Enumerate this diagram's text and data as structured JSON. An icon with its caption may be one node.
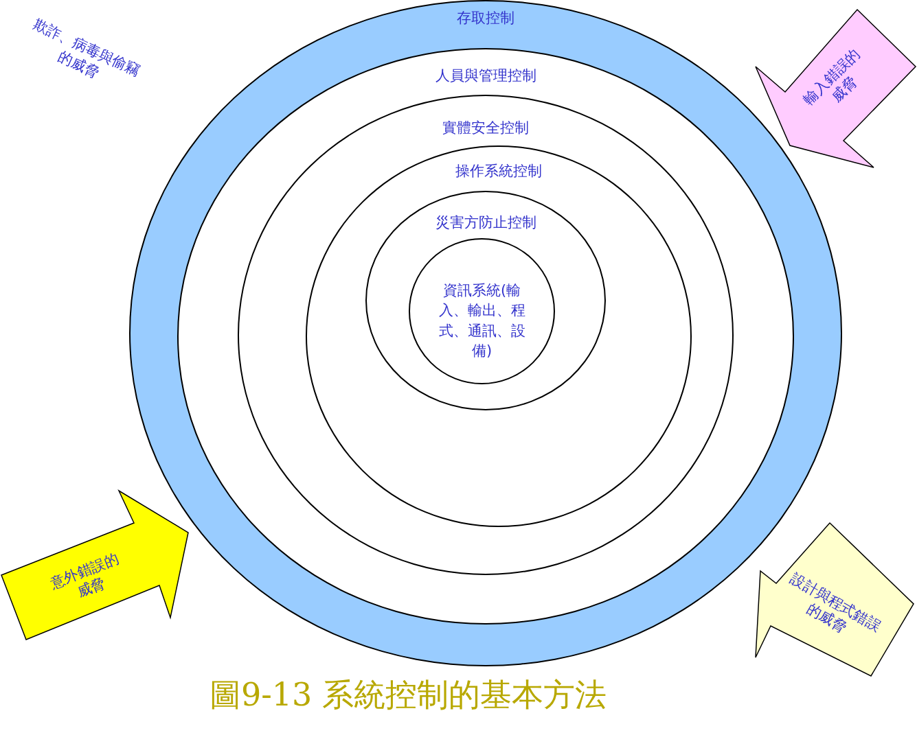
{
  "diagram": {
    "caption": "圖9-13 系統控制的基本方法",
    "nodes": [
      {
        "text": [
          "存取控制"
        ]
      },
      {
        "text": [
          "人員與管理控制"
        ],
        "in": 0
      },
      {
        "text": [
          "實體安全控制"
        ],
        "in": 1
      },
      {
        "text": [
          "操作系統控制"
        ],
        "in": 2
      },
      {
        "text": [
          "災害方防止控制"
        ],
        "in": 3
      },
      {
        "text": [
          "資訊系統(輸入、輸出、程式、通訊、設備)"
        ],
        "in": 4
      },
      {
        "text": [
          "輸入錯誤的威脅"
        ]
      },
      {
        "text": [
          "意外錯誤的威脅"
        ]
      },
      {
        "text": [
          "設計與程式錯誤的威脅"
        ]
      }
    ],
    "edges": [],
    "labels": [
      "欺詐、病毒與偷竊的威脅"
    ]
  }
}
